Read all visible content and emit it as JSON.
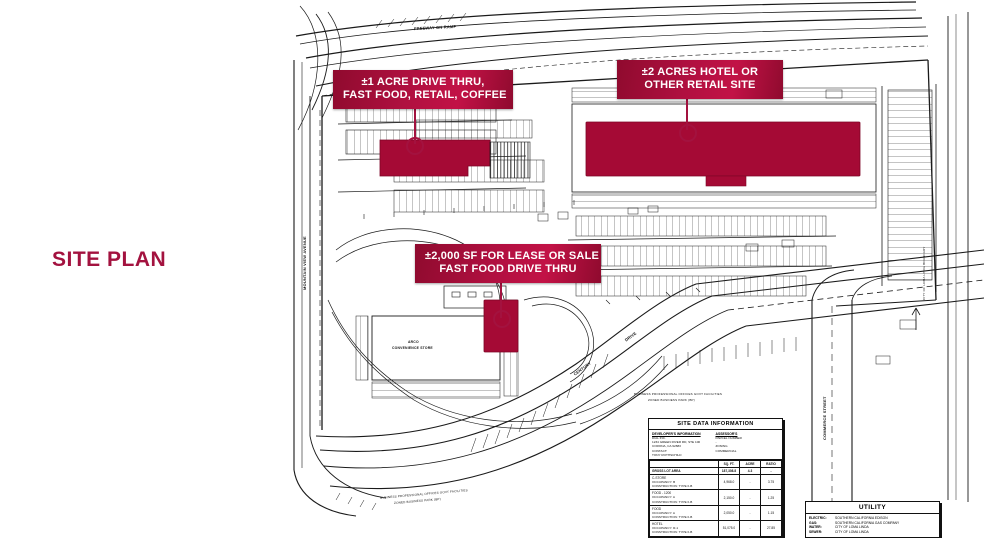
{
  "page": {
    "title": "SITE PLAN",
    "accent_color": "#A3123F",
    "callout_gradient_dark": "#8F0A2E",
    "callout_gradient_light": "#C21246",
    "building_fill": "#A50A35"
  },
  "callouts": [
    {
      "id": "callout-1",
      "line1": "±1 ACRE DRIVE THRU,",
      "line2": "FAST FOOD, RETAIL, COFFEE"
    },
    {
      "id": "callout-2",
      "line1": "±2 ACRES HOTEL OR",
      "line2": "OTHER RETAIL SITE"
    },
    {
      "id": "callout-3",
      "line1": "±2,000 SF FOR LEASE OR SALE",
      "line2": "FAST FOOD DRIVE THRU"
    }
  ],
  "map_labels": {
    "freeway_on_ramp": "FREEWAY ON RAMP",
    "mountain_view_avenue": "MOUNTAIN VIEW AVENUE",
    "commerce_street": "COMMERCE STREET",
    "century_drive_1": "CENTURY",
    "century_drive_2": "DRIVE",
    "arco_line1": "ARCO",
    "arco_line2": "CONVENIENCE STORE",
    "zoning_note_line1": "BUSINESS PROFESSIONAL OFFICES GOVT FACILITIES",
    "zoning_note_line2": "ZONED BUSINESS PARK (BP)",
    "right_edge_note": "CITY OF LOMA LINDA BOUNDARY"
  },
  "site_data": {
    "header": "SITE DATA INFORMATION",
    "developer": {
      "heading": "DEVELOPER'S INFORMATION",
      "lines": [
        "DIAL INC.",
        "1234 GREEN RIVER RD, STE 100",
        "CORONA, CA 92883",
        "CONTACT:",
        "TONY ROTHSCHILD"
      ]
    },
    "assessor": {
      "heading": "ASSESSOR'S",
      "lines": [
        "PARCEL NUMBER",
        "-",
        "ZONING",
        "COMMERCIAL"
      ]
    },
    "columns": [
      "",
      "SQ. FT.",
      "ACRE",
      "RATIO"
    ],
    "rows": [
      {
        "label": "GROSS LOT AREA",
        "sub": "",
        "sqft": "187,308.8",
        "acre": "4.3",
        "ratio": "-",
        "gross": true
      },
      {
        "label": "C-STORE",
        "sub": "OCCUPANCY:        B\nCONSTRUCTION:  TYPE II-B",
        "sqft": "4,968.0",
        "acre": "-",
        "ratio": "3.75"
      },
      {
        "label": "FOOD - 1200",
        "sub": "OCCUPANCY:        A\nCONSTRUCTION:  TYPE II-B",
        "sqft": "2,150.0",
        "acre": "-",
        "ratio": "1.25"
      },
      {
        "label": "FOOD",
        "sub": "OCCUPANCY:        A\nCONSTRUCTION:  TYPE II-B",
        "sqft": "2,050.0",
        "acre": "-",
        "ratio": "1.15"
      },
      {
        "label": "HOTEL",
        "sub": "OCCUPANCY:        R-1\nCONSTRUCTION:  TYPE II-B",
        "sqft": "51,075.0",
        "acre": "-",
        "ratio": "27.85"
      }
    ]
  },
  "utility": {
    "header": "UTILITY",
    "rows": [
      {
        "key": "ELECTRIC:",
        "value": "SOUTHERN CALIFORNIA EDISON"
      },
      {
        "key": "GAS:",
        "value": "SOUTHERN CALIFORNIA GAS COMPANY"
      },
      {
        "key": "WATER:",
        "value": "CITY OF LOMA LINDA"
      },
      {
        "key": "SEWER:",
        "value": "CITY OF LOMA LINDA"
      }
    ]
  }
}
